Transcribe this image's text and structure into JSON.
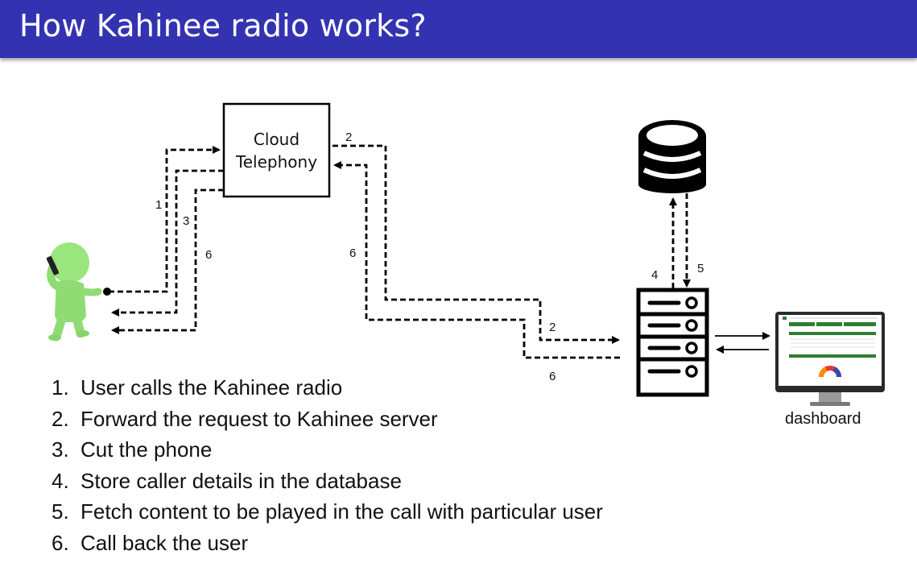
{
  "title": "How Kahinee radio works?",
  "nodes": {
    "cloud_telephony": {
      "line1": "Cloud",
      "line2": "Telephony"
    },
    "dashboard": "dashboard"
  },
  "edge_labels": {
    "call_in": "1",
    "forward_top": "2",
    "forward_bottom": "2",
    "cut_phone": "3",
    "store_db": "4",
    "fetch_db": "5",
    "callback_user": "6",
    "callback_cloud": "6",
    "callback_server": "6"
  },
  "steps": [
    {
      "num": "1.",
      "text": "User calls the Kahinee radio"
    },
    {
      "num": "2.",
      "text": "Forward the request to Kahinee server"
    },
    {
      "num": "3.",
      "text": "Cut the phone"
    },
    {
      "num": "4.",
      "text": "Store caller details in the database"
    },
    {
      "num": "5.",
      "text": "Fetch content to be played in the call with particular user"
    },
    {
      "num": "6.",
      "text": "Call back the user"
    }
  ],
  "colors": {
    "title_bar": "#3333b2",
    "title_text": "#ffffff",
    "person": "#9be57f",
    "dashboard_green": "#2e7d32"
  },
  "icons": {
    "user": "person-on-phone-icon",
    "database": "database-icon",
    "server": "server-rack-icon",
    "dashboard": "monitor-dashboard-icon"
  }
}
